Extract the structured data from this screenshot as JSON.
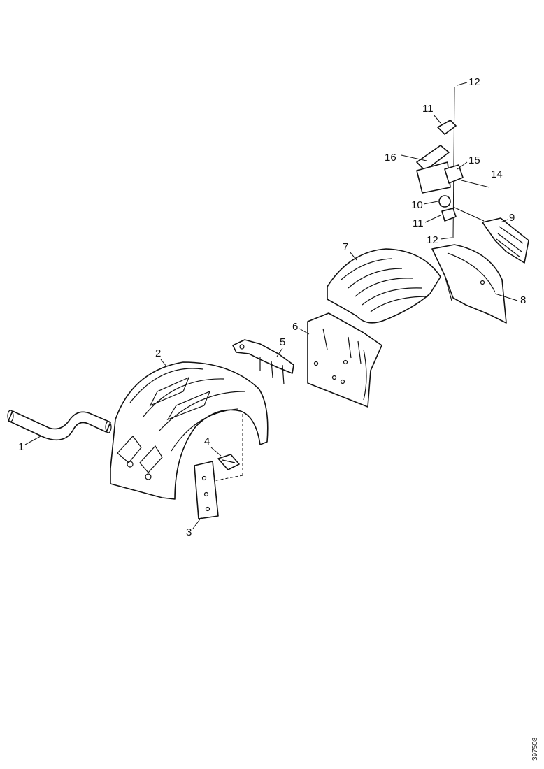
{
  "callouts": [
    {
      "key": "p1",
      "label": "1"
    },
    {
      "key": "p2",
      "label": "2"
    },
    {
      "key": "p3",
      "label": "3"
    },
    {
      "key": "p4",
      "label": "4"
    },
    {
      "key": "p5",
      "label": "5"
    },
    {
      "key": "p6",
      "label": "6"
    },
    {
      "key": "p7",
      "label": "7"
    },
    {
      "key": "p8",
      "label": "8"
    },
    {
      "key": "p9",
      "label": "9"
    },
    {
      "key": "p10",
      "label": "10"
    },
    {
      "key": "p11a",
      "label": "11"
    },
    {
      "key": "p11b",
      "label": "11"
    },
    {
      "key": "p12a",
      "label": "12"
    },
    {
      "key": "p12b",
      "label": "12"
    },
    {
      "key": "p14",
      "label": "14"
    },
    {
      "key": "p15",
      "label": "15"
    },
    {
      "key": "p16",
      "label": "16"
    }
  ],
  "document_id": "397508"
}
